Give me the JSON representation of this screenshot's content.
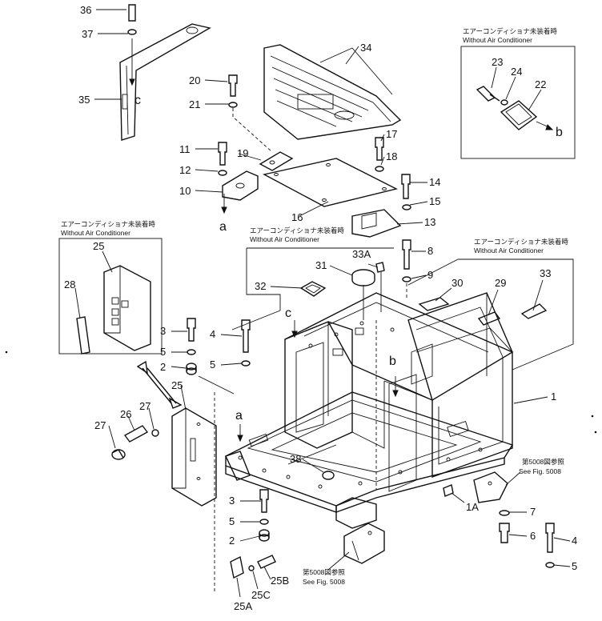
{
  "callouts": {
    "n36": "36",
    "n37": "37",
    "n35": "35",
    "n34": "34",
    "n20": "20",
    "n21": "21",
    "n19": "19",
    "n11": "11",
    "n12": "12",
    "n10": "10",
    "n17": "17",
    "n18": "18",
    "n16": "16",
    "n14": "14",
    "n15": "15",
    "n13": "13",
    "n8": "8",
    "n9": "9",
    "n33A": "33A",
    "n31": "31",
    "n32": "32",
    "n30": "30",
    "n29": "29",
    "n33": "33",
    "n1": "1",
    "n23": "23",
    "n24": "24",
    "n22": "22",
    "n25_box": "25",
    "n28": "28",
    "n3_upper": "3",
    "n5_upper_a": "5",
    "n2_upper": "2",
    "n4_upper": "4",
    "n5_upper_b": "5",
    "n25_main": "25",
    "n26": "26",
    "n27_a": "27",
    "n27_b": "27",
    "n38": "38",
    "n3_lower": "3",
    "n5_lower": "5",
    "n2_lower": "2",
    "n25B": "25B",
    "n25C": "25C",
    "n25A": "25A",
    "n1A": "1A",
    "n7": "7",
    "n6": "6",
    "n4_lower": "4",
    "n5_lower_r": "5"
  },
  "letters": {
    "c_top": "c",
    "c_mid": "c",
    "a_left": "a",
    "a_frame": "a",
    "b_right": "b",
    "b_frame": "b"
  },
  "notes": {
    "jp_without_ac": "エアーコンディショナ未装着時",
    "without_ac": "Without  Air  Conditioner",
    "jp_see_fig": "第5008図参照",
    "see_fig": "See  Fig.  5008"
  }
}
